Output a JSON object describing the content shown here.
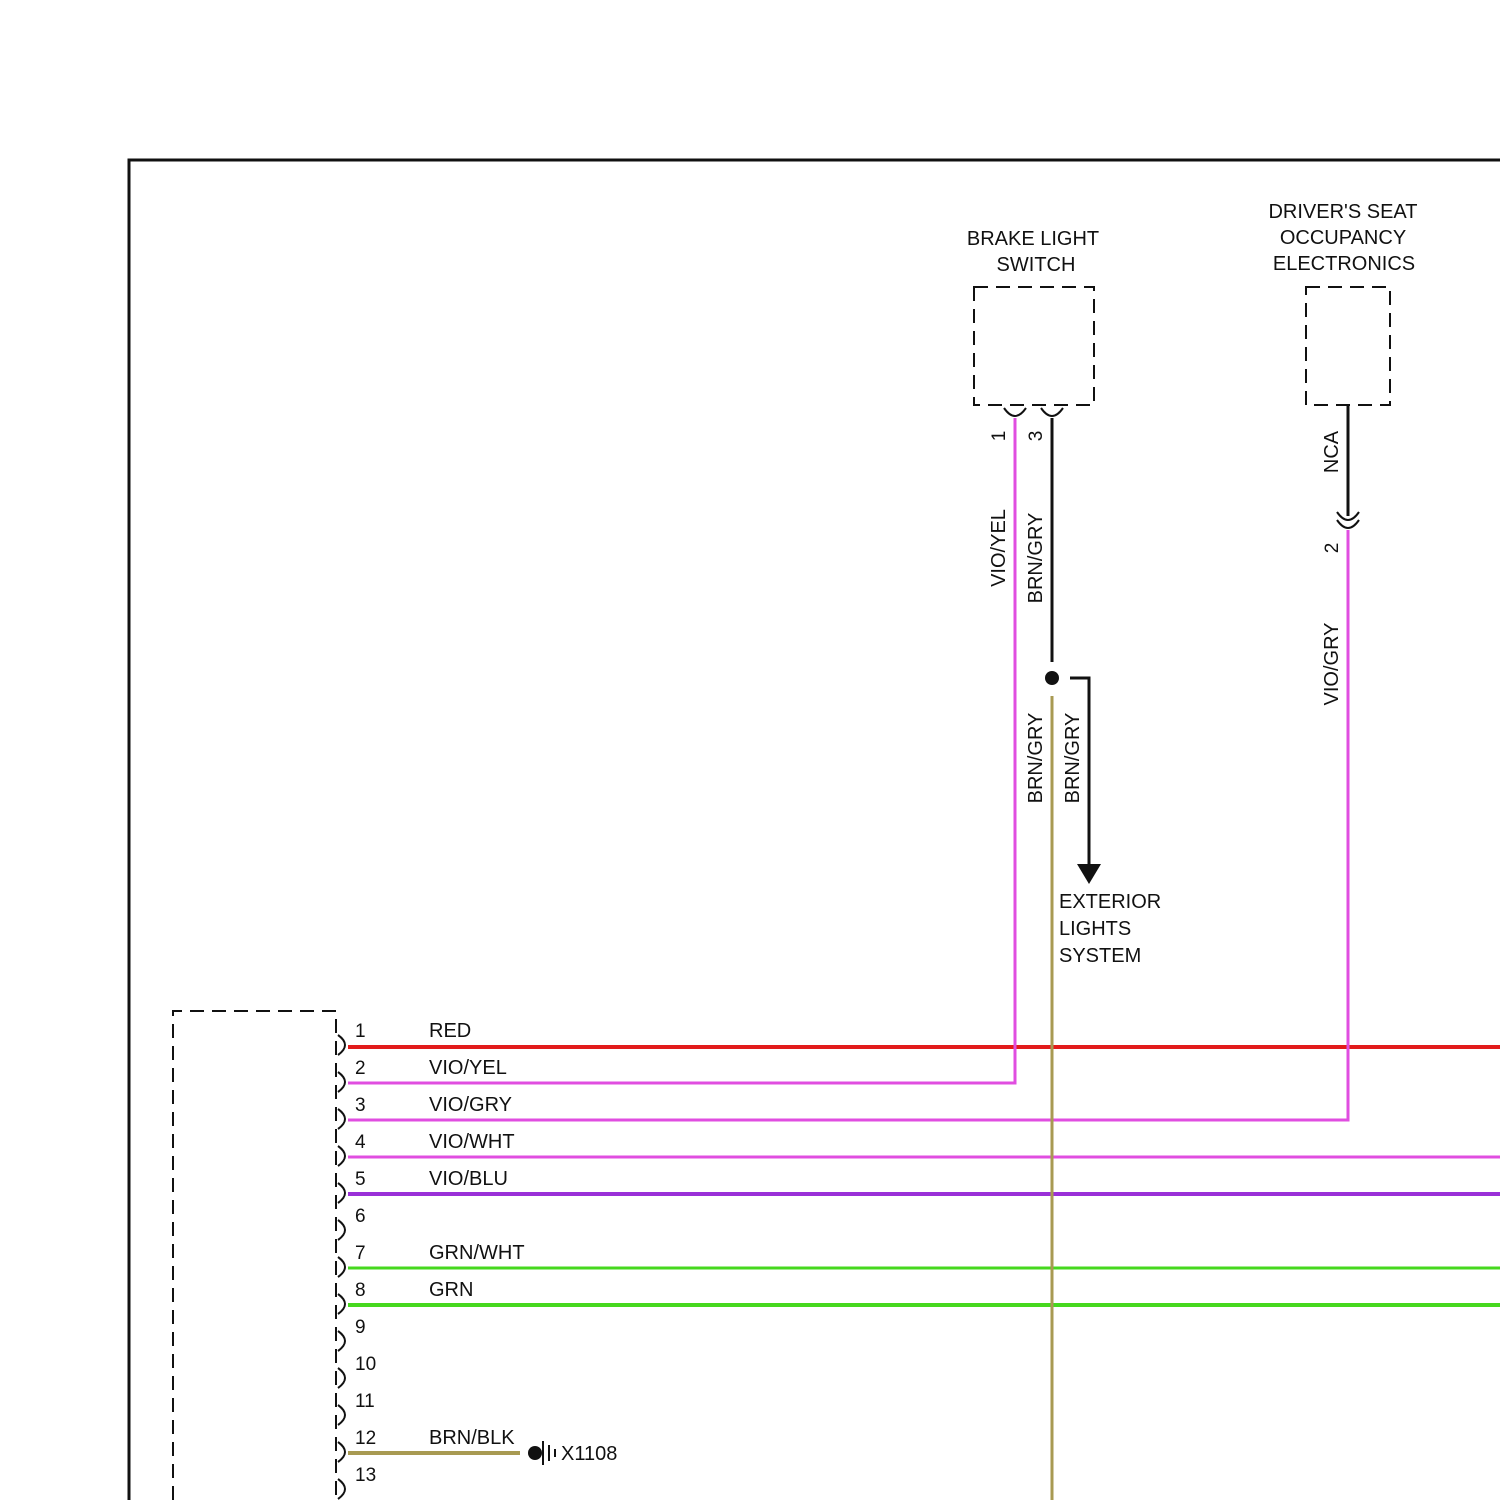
{
  "components": {
    "brake_light_switch": {
      "label_lines": [
        "BRAKE LIGHT",
        "SWITCH"
      ],
      "pin_left": "1",
      "pin_right": "3"
    },
    "drivers_seat_occupancy": {
      "label_lines": [
        "DRIVER'S SEAT",
        "OCCUPANCY",
        "ELECTRONICS"
      ],
      "pin_top": "NCA",
      "pin_bottom": "2"
    },
    "exterior_lights": {
      "label_lines": [
        "EXTERIOR",
        "LIGHTS",
        "SYSTEM"
      ]
    }
  },
  "vertical_wires": {
    "brake_pin1_wire": "VIO/YEL",
    "brake_pin3_wire": "BRN/GRY",
    "trunk_wire": "BRN/GRY",
    "exterior_lights_wire": "BRN/GRY",
    "seat_wire": "VIO/GRY"
  },
  "connector": {
    "pins": [
      {
        "num": "1",
        "wire": "RED"
      },
      {
        "num": "2",
        "wire": "VIO/YEL"
      },
      {
        "num": "3",
        "wire": "VIO/GRY"
      },
      {
        "num": "4",
        "wire": "VIO/WHT"
      },
      {
        "num": "5",
        "wire": "VIO/BLU"
      },
      {
        "num": "6",
        "wire": ""
      },
      {
        "num": "7",
        "wire": "GRN/WHT"
      },
      {
        "num": "8",
        "wire": "GRN"
      },
      {
        "num": "9",
        "wire": ""
      },
      {
        "num": "10",
        "wire": ""
      },
      {
        "num": "11",
        "wire": ""
      },
      {
        "num": "12",
        "wire": "BRN/BLK"
      },
      {
        "num": "13",
        "wire": ""
      }
    ]
  },
  "ground": {
    "label": "X1108"
  },
  "colors": {
    "red": "#e21b1b",
    "violet": "#e04ee0",
    "violet_blue": "#9a30d8",
    "green": "#46d81e",
    "brown": "#a89a52",
    "black": "#111111"
  }
}
